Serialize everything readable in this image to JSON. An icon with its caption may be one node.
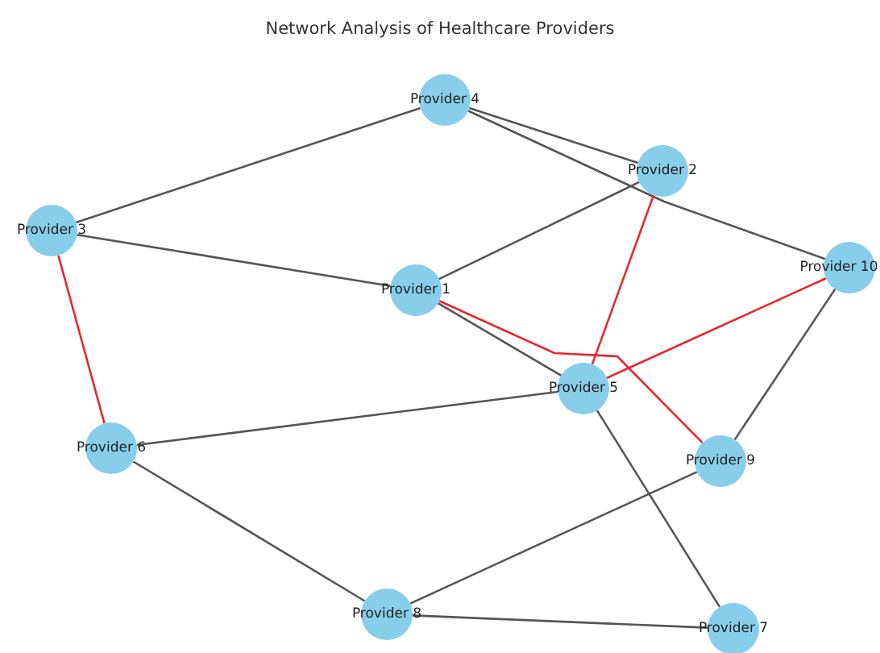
{
  "diagram": {
    "title": "Network Analysis of Healthcare Providers",
    "nodes": [
      {
        "text": [
          "Provider 4"
        ]
      },
      {
        "text": [
          "Provider 2"
        ]
      },
      {
        "text": [
          "Provider 3"
        ]
      },
      {
        "text": [
          "Provider 1"
        ]
      },
      {
        "text": [
          "Provider 10"
        ]
      },
      {
        "text": [
          "Provider 5"
        ]
      },
      {
        "text": [
          "Provider 6"
        ]
      },
      {
        "text": [
          "Provider 9"
        ]
      },
      {
        "text": [
          "Provider 8"
        ]
      },
      {
        "text": [
          "Provider 7"
        ]
      }
    ],
    "edges": [
      {
        "from": 0,
        "to": 2,
        "arrow": "none"
      },
      {
        "from": 0,
        "to": 1,
        "arrow": "none"
      },
      {
        "from": 0,
        "to": 4,
        "arrow": "none"
      },
      {
        "from": 2,
        "to": 3,
        "arrow": "none"
      },
      {
        "from": 1,
        "to": 3,
        "arrow": "none"
      },
      {
        "from": 1,
        "to": 5,
        "arrow": "none",
        "color": "#e8262d"
      },
      {
        "from": 4,
        "to": 5,
        "arrow": "none",
        "color": "#e8262d"
      },
      {
        "from": 3,
        "to": 7,
        "arrow": "none",
        "color": "#e8262d"
      },
      {
        "from": 3,
        "to": 5,
        "arrow": "none"
      },
      {
        "from": 2,
        "to": 6,
        "arrow": "none",
        "color": "#e8262d"
      },
      {
        "from": 6,
        "to": 5,
        "arrow": "none"
      },
      {
        "from": 6,
        "to": 8,
        "arrow": "none"
      },
      {
        "from": 4,
        "to": 7,
        "arrow": "none"
      },
      {
        "from": 7,
        "to": 8,
        "arrow": "none"
      },
      {
        "from": 5,
        "to": 9,
        "arrow": "none"
      },
      {
        "from": 8,
        "to": 9,
        "arrow": "none"
      }
    ]
  }
}
